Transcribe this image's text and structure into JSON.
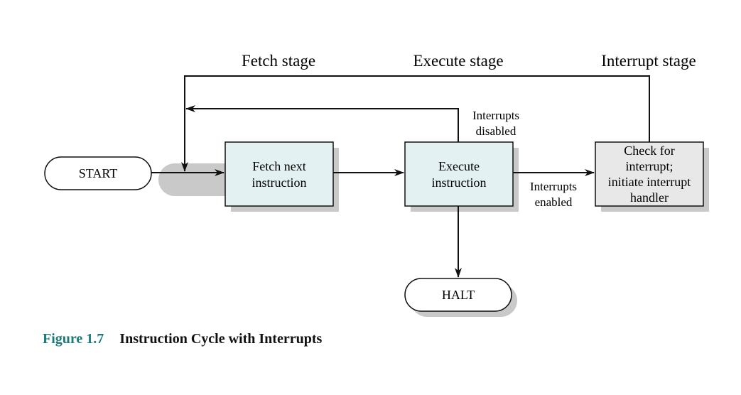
{
  "stages": {
    "fetch": "Fetch stage",
    "execute": "Execute stage",
    "interrupt": "Interrupt stage"
  },
  "nodes": {
    "start": "START",
    "fetch_line1": "Fetch next",
    "fetch_line2": "instruction",
    "execute_line1": "Execute",
    "execute_line2": "instruction",
    "check_line1": "Check for",
    "check_line2": "interrupt;",
    "check_line3": "initiate interrupt",
    "check_line4": "handler",
    "halt": "HALT"
  },
  "edges": {
    "disabled_line1": "Interrupts",
    "disabled_line2": "disabled",
    "enabled_line1": "Interrupts",
    "enabled_line2": "enabled"
  },
  "caption": {
    "number": "Figure 1.7",
    "title": "Instruction Cycle with Interrupts"
  },
  "colors": {
    "box_blue": "#e3f1f2",
    "box_gray": "#e8e8e8",
    "shadow": "#c9c9c9",
    "caption_accent": "#1d7a7a"
  }
}
